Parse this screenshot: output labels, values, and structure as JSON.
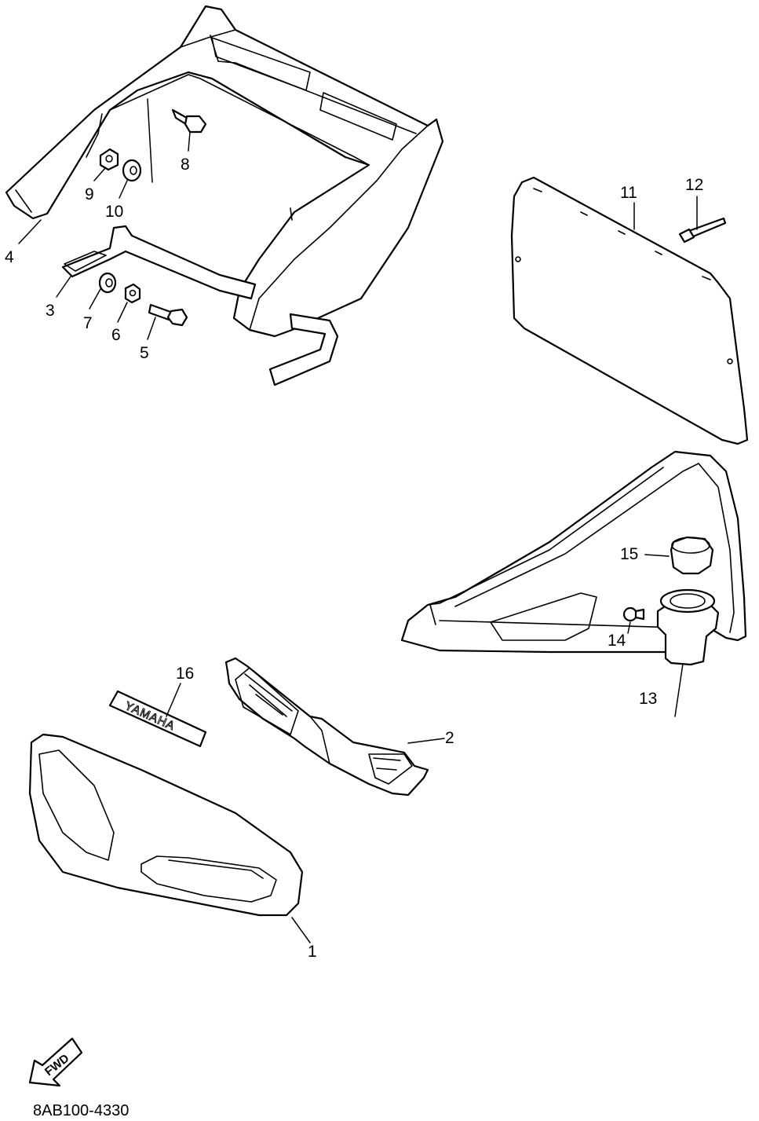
{
  "callouts": [
    {
      "id": "1",
      "label": "1"
    },
    {
      "id": "2",
      "label": "2"
    },
    {
      "id": "3",
      "label": "3"
    },
    {
      "id": "4",
      "label": "4"
    },
    {
      "id": "5",
      "label": "5"
    },
    {
      "id": "6",
      "label": "6"
    },
    {
      "id": "7",
      "label": "7"
    },
    {
      "id": "8",
      "label": "8"
    },
    {
      "id": "9",
      "label": "9"
    },
    {
      "id": "10",
      "label": "10"
    },
    {
      "id": "11",
      "label": "11"
    },
    {
      "id": "12",
      "label": "12"
    },
    {
      "id": "13",
      "label": "13"
    },
    {
      "id": "14",
      "label": "14"
    },
    {
      "id": "15",
      "label": "15"
    },
    {
      "id": "16",
      "label": "16"
    }
  ],
  "emblem_text": "YAMAHA",
  "fwd_arrow_text": "FWD",
  "diagram_code": "8AB100-4330"
}
